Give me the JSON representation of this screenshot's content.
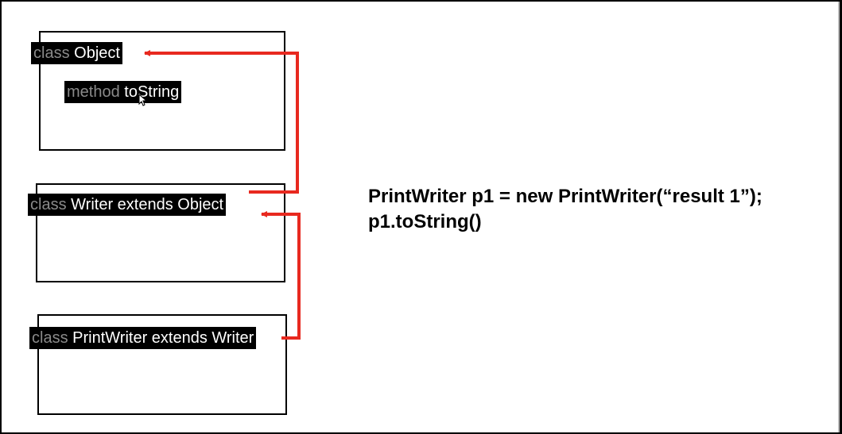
{
  "classes": {
    "object": {
      "keyword": "class",
      "name": "Object",
      "method": {
        "keyword": "method",
        "name": "toString"
      }
    },
    "writer": {
      "keyword": "class",
      "name": "Writer extends Object"
    },
    "printwriter": {
      "keyword": "class",
      "name": "PrintWriter extends Writer"
    }
  },
  "code": {
    "line1": "PrintWriter p1 = new PrintWriter(“result 1”);",
    "line2": "p1.toString()"
  },
  "colors": {
    "arrow": "#e8291f",
    "label_bg": "#000000",
    "keyword": "#8a8a8a"
  }
}
